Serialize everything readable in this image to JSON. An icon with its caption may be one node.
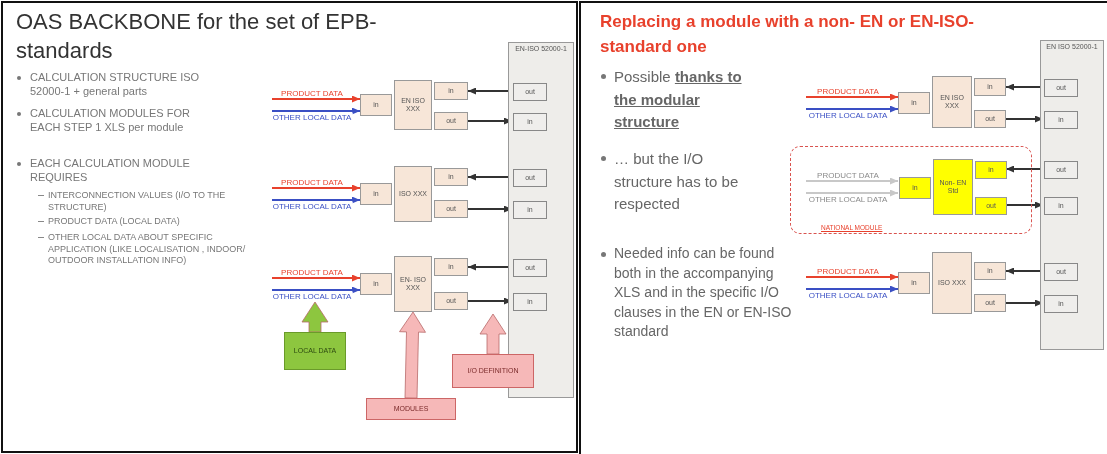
{
  "diagram": {
    "nodes": [
      {
        "text": [
          "EN-ISO 52000-1"
        ]
      },
      {
        "text": [
          "out"
        ],
        "in": 0
      },
      {
        "text": [
          "in"
        ],
        "in": 0
      },
      {
        "text": [
          "out"
        ],
        "in": 0
      },
      {
        "text": [
          "in"
        ],
        "in": 0
      },
      {
        "text": [
          "out"
        ],
        "in": 0
      },
      {
        "text": [
          "in"
        ],
        "in": 0
      },
      {
        "text": [
          "in"
        ]
      },
      {
        "text": [
          "EN ISO XXX"
        ]
      },
      {
        "text": [
          "in"
        ]
      },
      {
        "text": [
          "out"
        ]
      },
      {
        "text": [
          "in"
        ]
      },
      {
        "text": [
          "ISO XXX"
        ]
      },
      {
        "text": [
          "in"
        ]
      },
      {
        "text": [
          "out"
        ]
      },
      {
        "text": [
          "in"
        ]
      },
      {
        "text": [
          "EN- ISO XXX"
        ]
      },
      {
        "text": [
          "in"
        ]
      },
      {
        "text": [
          "out"
        ]
      },
      {
        "text": [
          "LOCAL DATA"
        ]
      },
      {
        "text": [
          "MODULES"
        ]
      },
      {
        "text": [
          "I/O DEFINITION"
        ]
      },
      {
        "text": [
          "EN ISO 52000-1"
        ]
      },
      {
        "text": [
          "out"
        ],
        "in": 22
      },
      {
        "text": [
          "in"
        ],
        "in": 22
      },
      {
        "text": [
          "out"
        ],
        "in": 22
      },
      {
        "text": [
          "in"
        ],
        "in": 22
      },
      {
        "text": [
          "out"
        ],
        "in": 22
      },
      {
        "text": [
          "in"
        ],
        "in": 22
      },
      {
        "text": [
          "in"
        ]
      },
      {
        "text": [
          "EN ISO XXX"
        ]
      },
      {
        "text": [
          "in"
        ]
      },
      {
        "text": [
          "out"
        ]
      },
      {
        "text": [
          "NATIONAL MODULE"
        ]
      },
      {
        "text": [
          "in"
        ],
        "in": 33
      },
      {
        "text": [
          "Non- EN Std"
        ],
        "in": 33
      },
      {
        "text": [
          "in"
        ],
        "in": 33
      },
      {
        "text": [
          "out"
        ],
        "in": 33
      },
      {
        "text": [
          "in"
        ]
      },
      {
        "text": [
          "ISO XXX"
        ]
      },
      {
        "text": [
          "in"
        ]
      },
      {
        "text": [
          "out"
        ]
      }
    ],
    "edges": [
      {
        "from": null,
        "to": 7,
        "arrow": "to",
        "label": "PRODUCT DATA",
        "color": "#e8412c"
      },
      {
        "from": null,
        "to": 7,
        "arrow": "to",
        "label": "OTHER LOCAL DATA",
        "color": "#3a4fc4"
      },
      {
        "from": 1,
        "to": 9,
        "arrow": "to"
      },
      {
        "from": 10,
        "to": 2,
        "arrow": "to"
      },
      {
        "from": null,
        "to": 11,
        "arrow": "to",
        "label": "PRODUCT DATA",
        "color": "#e8412c"
      },
      {
        "from": null,
        "to": 11,
        "arrow": "to",
        "label": "OTHER LOCAL DATA",
        "color": "#3a4fc4"
      },
      {
        "from": 3,
        "to": 13,
        "arrow": "to"
      },
      {
        "from": 14,
        "to": 4,
        "arrow": "to"
      },
      {
        "from": null,
        "to": 15,
        "arrow": "to",
        "label": "PRODUCT DATA",
        "color": "#e8412c"
      },
      {
        "from": null,
        "to": 15,
        "arrow": "to",
        "label": "OTHER LOCAL DATA",
        "color": "#3a4fc4"
      },
      {
        "from": 5,
        "to": 17,
        "arrow": "to"
      },
      {
        "from": 18,
        "to": 6,
        "arrow": "to"
      },
      {
        "from": 19,
        "to": null,
        "arrow": "to",
        "style": "thick",
        "color": "#8dc63f"
      },
      {
        "from": 20,
        "to": 16,
        "arrow": "to",
        "style": "thick",
        "color": "#f6b8b8"
      },
      {
        "from": 21,
        "to": null,
        "arrow": "to",
        "style": "thick",
        "color": "#f6b8b8"
      },
      {
        "from": null,
        "to": 29,
        "arrow": "to",
        "label": "PRODUCT DATA",
        "color": "#e8412c"
      },
      {
        "from": null,
        "to": 29,
        "arrow": "to",
        "label": "OTHER LOCAL DATA",
        "color": "#3a4fc4"
      },
      {
        "from": 23,
        "to": 31,
        "arrow": "to"
      },
      {
        "from": 32,
        "to": 24,
        "arrow": "to"
      },
      {
        "from": null,
        "to": 34,
        "arrow": "to",
        "label": "PRODUCT DATA",
        "color": "#c8c8c8"
      },
      {
        "from": null,
        "to": 34,
        "arrow": "to",
        "label": "OTHER LOCAL DATA",
        "color": "#c8c8c8"
      },
      {
        "from": 25,
        "to": 36,
        "arrow": "to"
      },
      {
        "from": 37,
        "to": 26,
        "arrow": "to"
      },
      {
        "from": null,
        "to": 38,
        "arrow": "to",
        "label": "PRODUCT DATA",
        "color": "#e8412c"
      },
      {
        "from": null,
        "to": 38,
        "arrow": "to",
        "label": "OTHER LOCAL DATA",
        "color": "#3a4fc4"
      },
      {
        "from": 27,
        "to": 40,
        "arrow": "to"
      },
      {
        "from": 41,
        "to": 28,
        "arrow": "to"
      }
    ],
    "labels": [
      "OAS BACKBONE for the set of EPB- standards",
      "CALCULATION STRUCTURE ISO 52000-1 + general parts",
      "CALCULATION MODULES FOR EACH STEP 1 XLS per module",
      "EACH CALCULATION MODULE REQUIRES",
      "INTERCONNECTION VALUES (I/O TO THE STRUCTURE)",
      "PRODUCT DATA (LOCAL DATA)",
      "OTHER LOCAL DATA ABOUT SPECIFIC APPLICATION (LIKE LOCALISATION , INDOOR/ OUTDOOR INSTALLATION INFO)",
      "Replacing a module with a non- EN or EN-ISO-standard one",
      "Possible **thanks to the modular structure**",
      "… but the I/O structure has to be respected",
      "Needed info can be found both in the accompanying XLS and in the specific I/O clauses in the EN or EN-ISO standard"
    ]
  }
}
